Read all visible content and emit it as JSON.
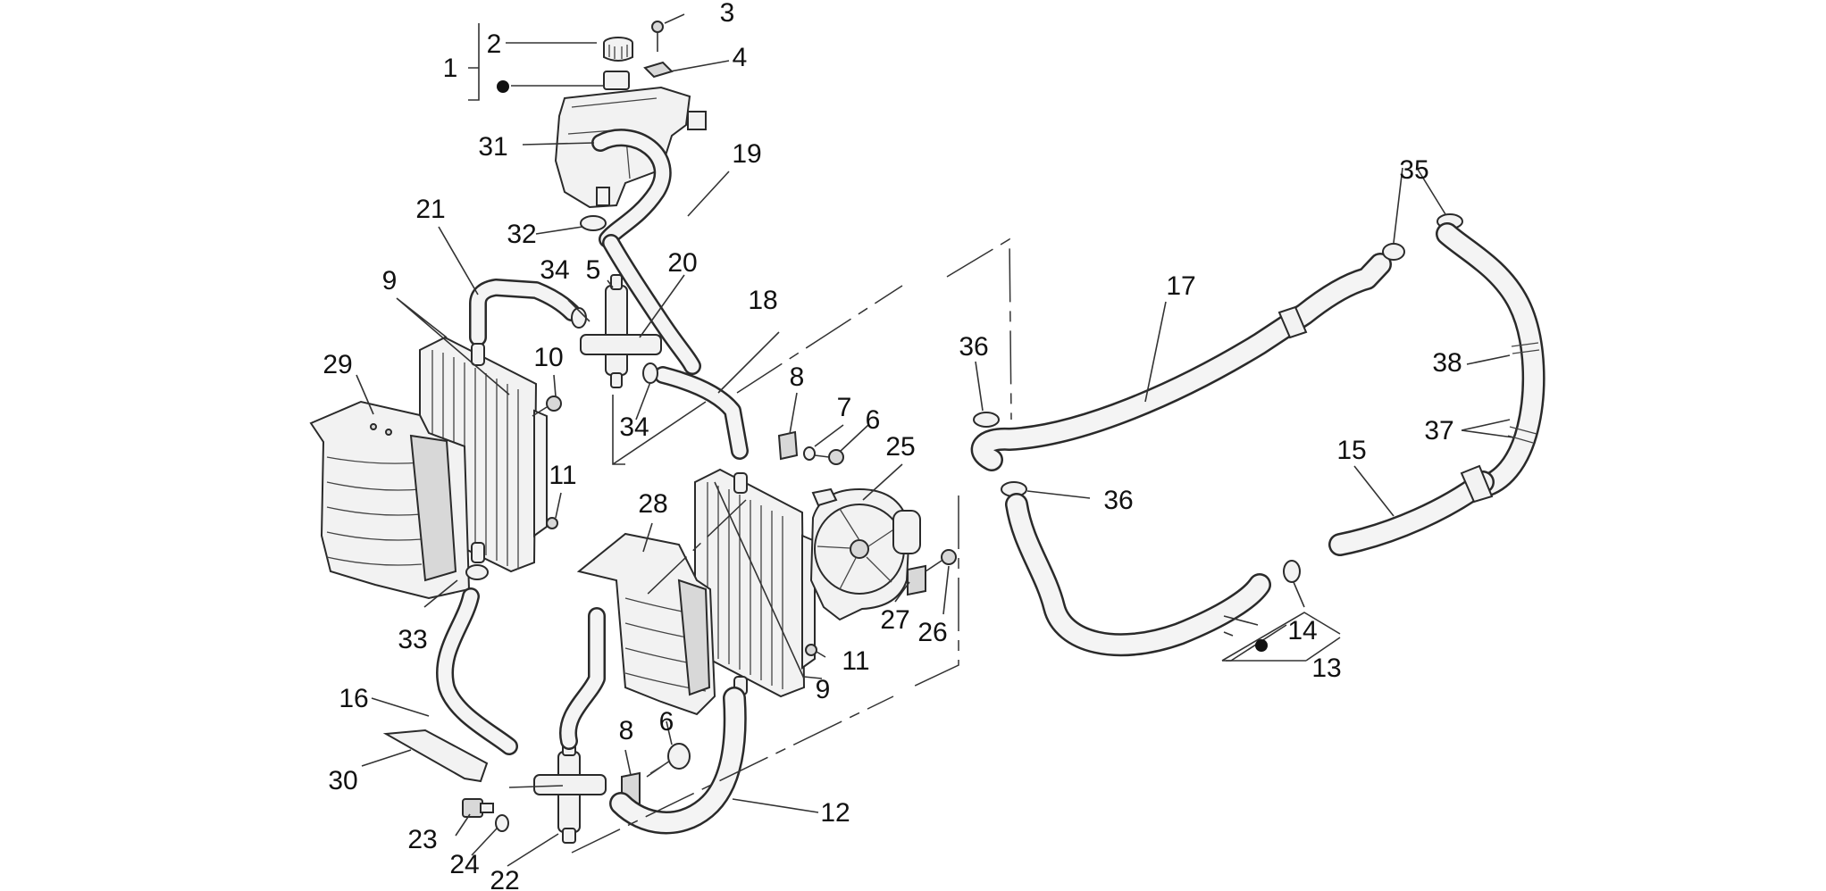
{
  "parts": [
    {
      "id": "1",
      "label": "1"
    },
    {
      "id": "2",
      "label": "2"
    },
    {
      "id": "3",
      "label": "3"
    },
    {
      "id": "4",
      "label": "4"
    },
    {
      "id": "5",
      "label": "5"
    },
    {
      "id": "6a",
      "label": "6"
    },
    {
      "id": "6b",
      "label": "6"
    },
    {
      "id": "7",
      "label": "7"
    },
    {
      "id": "8a",
      "label": "8"
    },
    {
      "id": "8b",
      "label": "8"
    },
    {
      "id": "9a",
      "label": "9"
    },
    {
      "id": "9b",
      "label": "9"
    },
    {
      "id": "10",
      "label": "10"
    },
    {
      "id": "11a",
      "label": "11"
    },
    {
      "id": "11b",
      "label": "11"
    },
    {
      "id": "12",
      "label": "12"
    },
    {
      "id": "13",
      "label": "13"
    },
    {
      "id": "14",
      "label": "14"
    },
    {
      "id": "15",
      "label": "15"
    },
    {
      "id": "16",
      "label": "16"
    },
    {
      "id": "17",
      "label": "17"
    },
    {
      "id": "18",
      "label": "18"
    },
    {
      "id": "19",
      "label": "19"
    },
    {
      "id": "20",
      "label": "20"
    },
    {
      "id": "21",
      "label": "21"
    },
    {
      "id": "22",
      "label": "22"
    },
    {
      "id": "23",
      "label": "23"
    },
    {
      "id": "24",
      "label": "24"
    },
    {
      "id": "25",
      "label": "25"
    },
    {
      "id": "26",
      "label": "26"
    },
    {
      "id": "27",
      "label": "27"
    },
    {
      "id": "28",
      "label": "28"
    },
    {
      "id": "29",
      "label": "29"
    },
    {
      "id": "30",
      "label": "30"
    },
    {
      "id": "31",
      "label": "31"
    },
    {
      "id": "32",
      "label": "32"
    },
    {
      "id": "33",
      "label": "33"
    },
    {
      "id": "34a",
      "label": "34"
    },
    {
      "id": "34b",
      "label": "34"
    },
    {
      "id": "35",
      "label": "35"
    },
    {
      "id": "36a",
      "label": "36"
    },
    {
      "id": "36b",
      "label": "36"
    },
    {
      "id": "37",
      "label": "37"
    },
    {
      "id": "38",
      "label": "38"
    }
  ]
}
